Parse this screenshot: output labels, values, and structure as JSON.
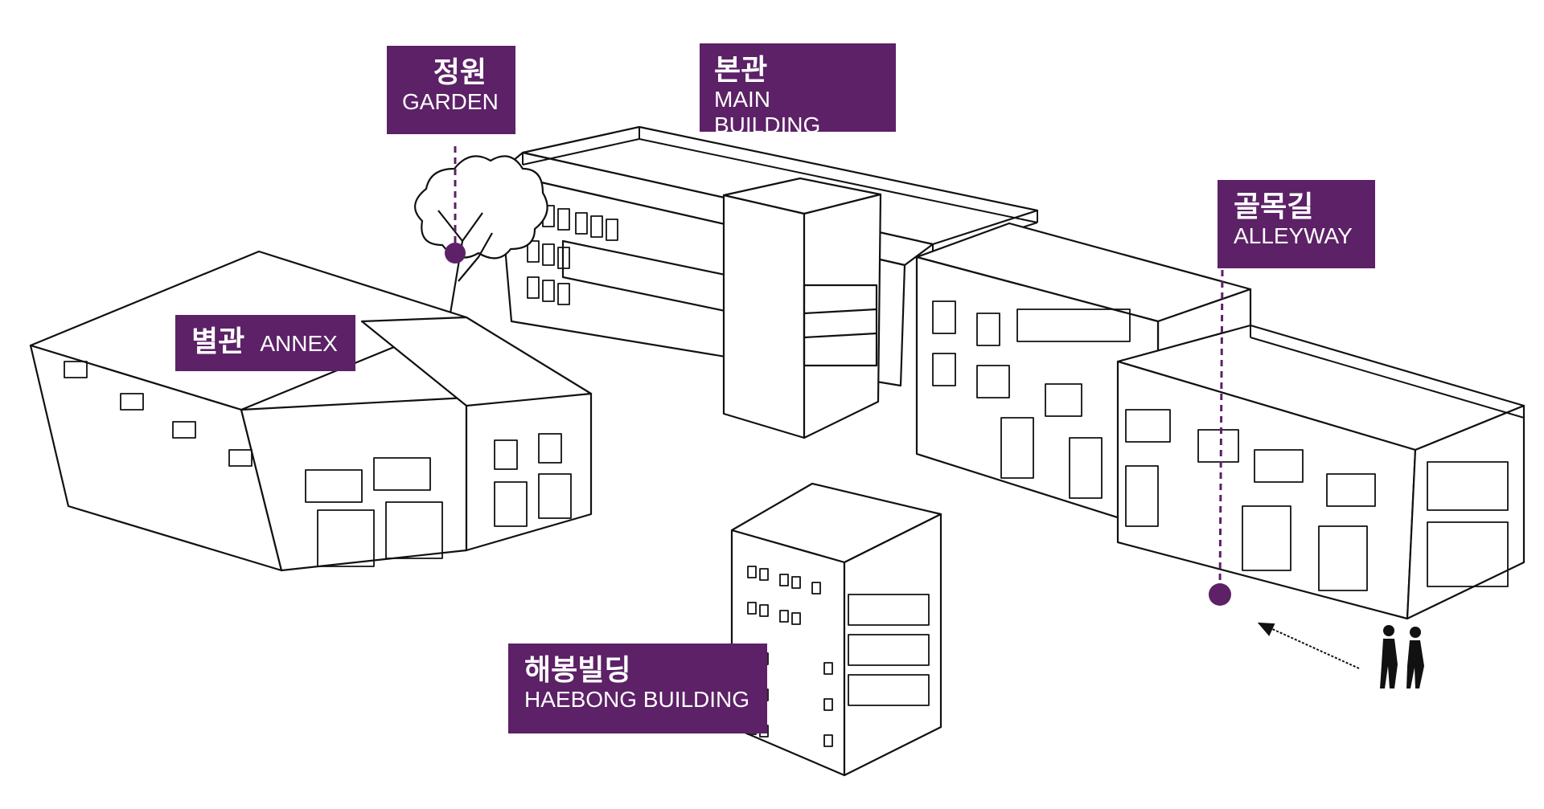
{
  "labels": {
    "garden": {
      "ko": "정원",
      "en": "GARDEN"
    },
    "main_building": {
      "ko": "본관",
      "en": "MAIN BUILDING"
    },
    "alleyway": {
      "ko": "골목길",
      "en": "ALLEYWAY"
    },
    "annex": {
      "ko": "별관",
      "en": "ANNEX"
    },
    "haebong_building": {
      "ko": "해봉빌딩",
      "en": "HAEBONG BUILDING"
    }
  },
  "colors": {
    "accent": "#5c2166",
    "line": "#111111",
    "background": "#ffffff"
  }
}
